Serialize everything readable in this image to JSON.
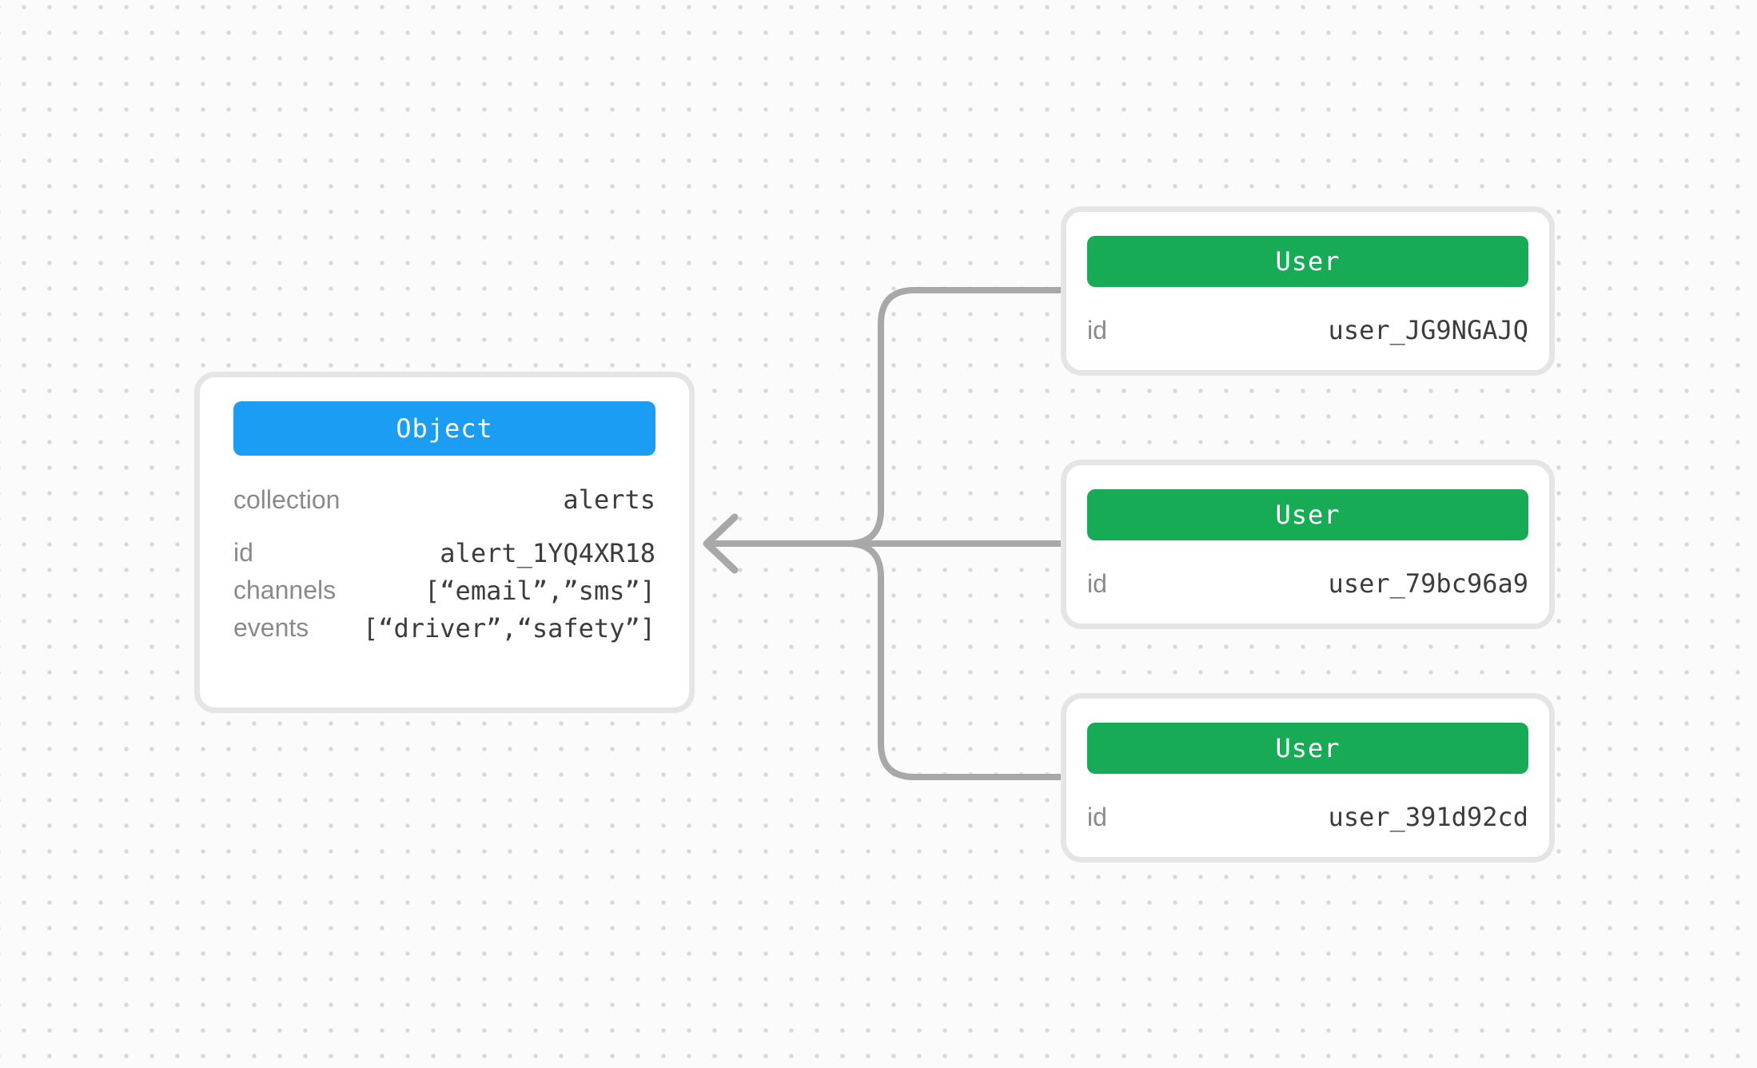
{
  "diagram": {
    "connector_color": "#A8A8A8",
    "object_card": {
      "title": "Object",
      "title_bg": "#1B9DF3",
      "rows": [
        {
          "label": "collection",
          "value": "alerts"
        },
        {
          "label": "id",
          "value": "alert_1YQ4XR18"
        },
        {
          "label": "channels",
          "value": "[“email”,”sms”]"
        },
        {
          "label": "events",
          "value": "[“driver”,“safety”]"
        }
      ]
    },
    "user_cards": [
      {
        "title": "User",
        "title_bg": "#18AB56",
        "rows": [
          {
            "label": "id",
            "value": "user_JG9NGAJQ"
          }
        ]
      },
      {
        "title": "User",
        "title_bg": "#18AB56",
        "rows": [
          {
            "label": "id",
            "value": "user_79bc96a9"
          }
        ]
      },
      {
        "title": "User",
        "title_bg": "#18AB56",
        "rows": [
          {
            "label": "id",
            "value": "user_391d92cd"
          }
        ]
      }
    ]
  }
}
